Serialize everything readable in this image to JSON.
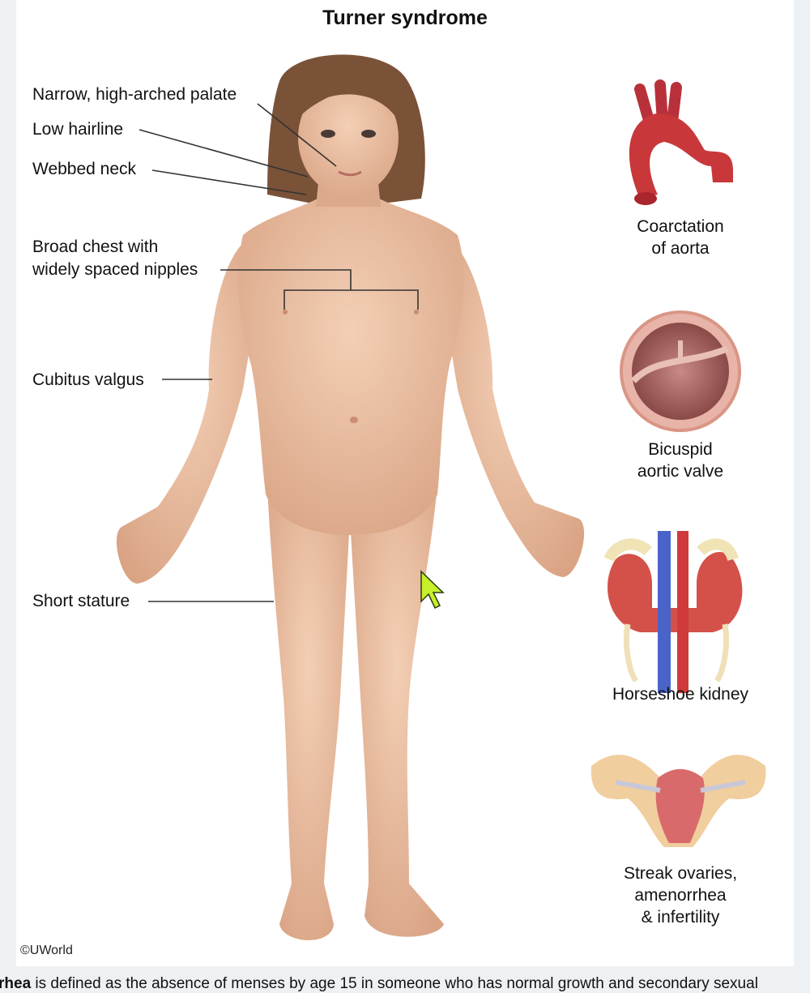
{
  "figure": {
    "title": "Turner syndrome",
    "copyright": "©UWorld",
    "body_labels": {
      "palate": "Narrow, high-arched palate",
      "hairline": "Low hairline",
      "neck": "Webbed neck",
      "chest": "Broad chest with\nwidely spaced nipples",
      "cubitus": "Cubitus valgus",
      "stature": "Short stature"
    },
    "organ_labels": {
      "aorta": "Coarctation\nof aorta",
      "valve": "Bicuspid\naortic valve",
      "kidney": "Horseshoe kidney",
      "ovaries": "Streak ovaries,\namenorrhea\n& infertility"
    }
  },
  "caption": {
    "bold": "rhea",
    "text": " is defined as the absence of menses by age 15 in someone who has normal growth and secondary sexual"
  },
  "colors": {
    "skin": "#e8b99a",
    "hair": "#7a5238",
    "aorta": "#c8383a",
    "vein": "#4a63c8",
    "cursor": "#c6f02a"
  }
}
